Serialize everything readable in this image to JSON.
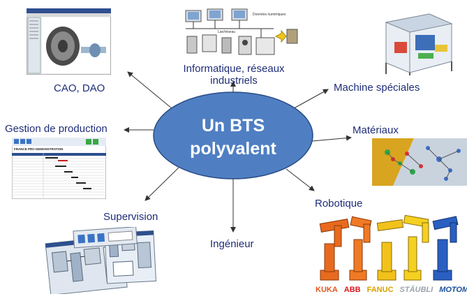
{
  "center": {
    "line1": "Un BTS",
    "line2": "polyvalent",
    "fill": "#4f7fc2",
    "text_color": "#ffffff"
  },
  "nodes": {
    "cao": "CAO, DAO",
    "info": {
      "line1": "Informatique, réseaux",
      "line2": "industriels"
    },
    "machine": "Machine spéciales",
    "gestion": "Gestion de production",
    "materiaux": "Matériaux",
    "supervision": "Supervision",
    "ingenieur": "Ingénieur",
    "robotique": "Robotique"
  },
  "network_labels": {
    "lan": "Lan/réseau",
    "io": "Données numériques"
  },
  "gantt_title": "FRANCE PRO DEMONSTRATION",
  "logos": [
    {
      "name": "KUKA",
      "color": "#e0561c"
    },
    {
      "name": "ABB",
      "color": "#d71920"
    },
    {
      "name": "FANUC",
      "color": "#d8a000"
    },
    {
      "name": "STÄUBLI",
      "color": "#9aa3ad"
    },
    {
      "name": "MOTOMAN",
      "color": "#1d4f9a"
    }
  ],
  "colors": {
    "label": "#1f2d78",
    "arrow": "#333333"
  },
  "icons": [
    "cad-screenshot",
    "network-diagram",
    "special-machine",
    "gantt-table",
    "molecular-structure",
    "supervision-screens",
    "industrial-robots"
  ]
}
